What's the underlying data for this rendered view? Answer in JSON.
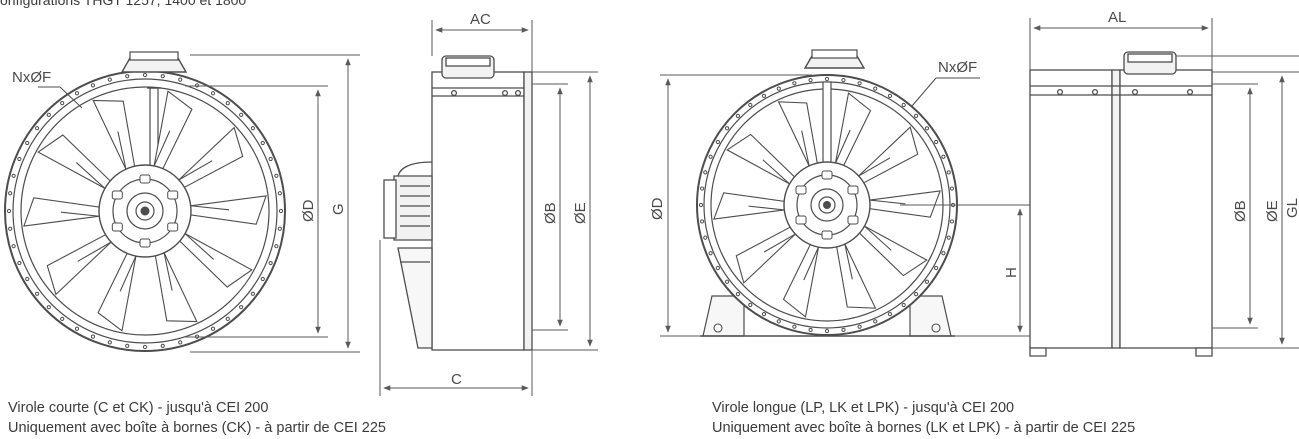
{
  "header": {
    "title": "onfigurations THGT 1257, 1400 et 1800"
  },
  "left": {
    "labels": {
      "nxf": "NxØF",
      "od": "ØD",
      "g": "G",
      "ac": "AC",
      "ob": "ØB",
      "oe": "ØE",
      "c": "C"
    },
    "caption_line1": "Virole courte (C et CK) - jusqu'à CEI 200",
    "caption_line2": "Uniquement avec boîte à bornes (CK) - à partir de CEI 225"
  },
  "right": {
    "labels": {
      "nxf": "NxØF",
      "od": "ØD",
      "h": "H",
      "al": "AL",
      "ob": "ØB",
      "oe": "ØE",
      "gl": "GL"
    },
    "caption_line1": "Virole longue (LP, LK et LPK) - jusqu'à CEI 200",
    "caption_line2": "Uniquement avec boîte à bornes (LK et LPK) - à partir de CEI 225"
  },
  "colors": {
    "line": "#4d4d4d",
    "dim": "#5a5a5a",
    "fill": "#f2f2f2"
  }
}
